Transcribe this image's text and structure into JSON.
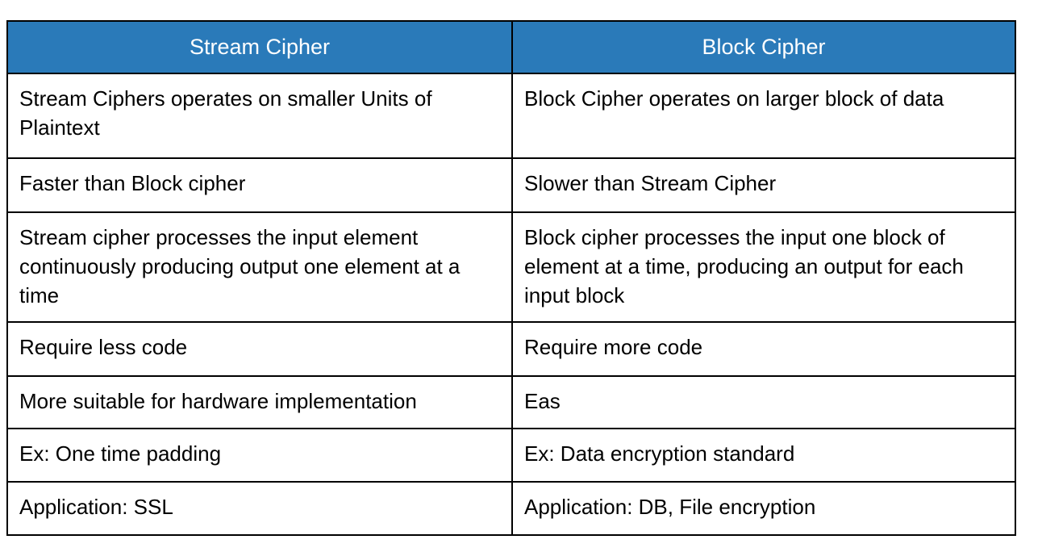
{
  "table": {
    "accent_color": "#2A7AB9",
    "header_text_color": "#FFFFFF",
    "border_color": "#000000",
    "body_text_color": "#000000",
    "columns": [
      {
        "label": "Stream Cipher"
      },
      {
        "label": "Block Cipher"
      }
    ],
    "rows": [
      {
        "left": "Stream Ciphers operates on smaller Units of Plaintext",
        "right": "Block Cipher operates on larger block of data"
      },
      {
        "left": "Faster than Block cipher",
        "right": "Slower than Stream Cipher"
      },
      {
        "left": "Stream cipher processes the input element continuously producing output one element at a time",
        "right": "Block cipher processes the input one block of element at a time, producing an output for each input block"
      },
      {
        "left": "Require less code",
        "right": "Require more code"
      },
      {
        "left": "More suitable for hardware implementation",
        "right": "Eas"
      },
      {
        "left": "Ex: One time padding",
        "right": "Ex: Data encryption standard"
      },
      {
        "left": "Application: SSL",
        "right": "Application: DB, File encryption"
      }
    ]
  }
}
